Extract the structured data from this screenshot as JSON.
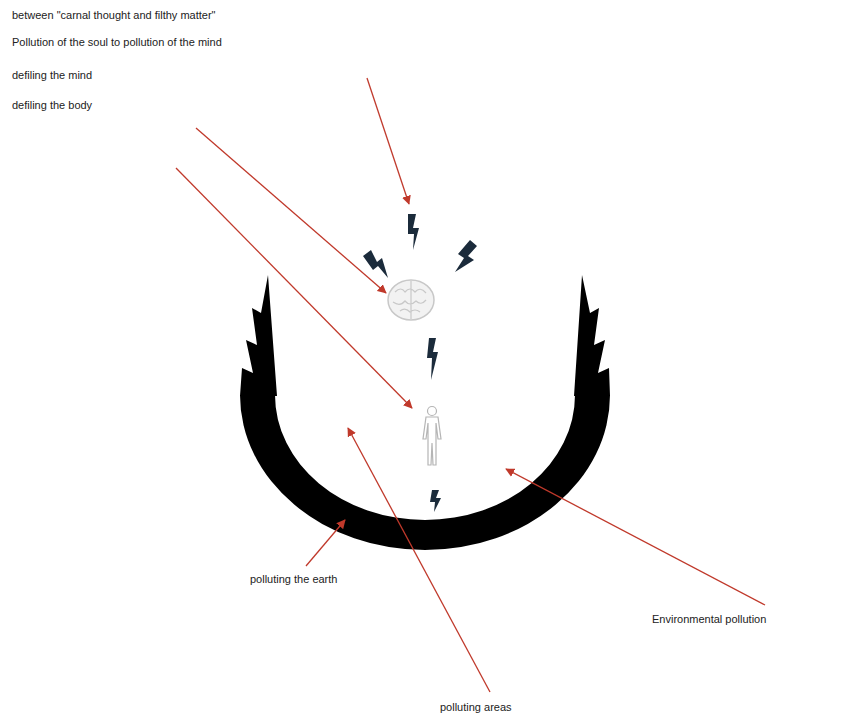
{
  "diagram": {
    "labels": [
      "between \"carnal thought and filthy matter\"",
      "Pollution of the soul to pollution of the mind",
      "defiling the mind",
      "defiling the body",
      "polluting the earth",
      "polluting areas",
      "Environmental pollution"
    ]
  }
}
